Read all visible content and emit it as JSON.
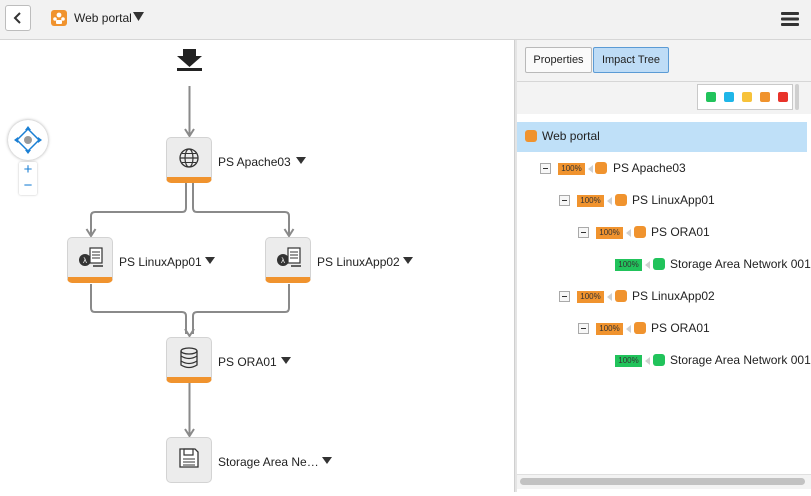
{
  "topbar": {
    "title": "Web portal",
    "back_icon": "chevron-left-icon",
    "app_icon": "service-icon",
    "menu_icon": "hamburger-menu-icon"
  },
  "zoom": {
    "in_label": "+",
    "out_label": "−"
  },
  "diagram": {
    "nodes": [
      {
        "id": "apache",
        "label": "PS Apache03",
        "icon": "globe-icon"
      },
      {
        "id": "linux1",
        "label": "PS LinuxApp01",
        "icon": "linux-server-icon"
      },
      {
        "id": "linux2",
        "label": "PS LinuxApp02",
        "icon": "linux-server-icon"
      },
      {
        "id": "ora",
        "label": "PS ORA01",
        "icon": "database-icon"
      },
      {
        "id": "san",
        "label": "Storage Area Ne…",
        "icon": "storage-icon"
      }
    ]
  },
  "tabs": [
    "Properties",
    "Impact Tree"
  ],
  "active_tab": "Impact Tree",
  "status_colors": {
    "green": "#21c35b",
    "cyan": "#1fb6e8",
    "yellow": "#f7c23a",
    "orange": "#f0932e",
    "red": "#e8332a"
  },
  "tree": {
    "root": "Web portal",
    "rows": [
      {
        "pct": "100%",
        "label": "PS Apache03",
        "status": "orange"
      },
      {
        "pct": "100%",
        "label": "PS LinuxApp01",
        "status": "orange"
      },
      {
        "pct": "100%",
        "label": "PS ORA01",
        "status": "orange"
      },
      {
        "pct": "100%",
        "label": "Storage Area Network 001",
        "status": "green"
      },
      {
        "pct": "100%",
        "label": "PS LinuxApp02",
        "status": "orange"
      },
      {
        "pct": "100%",
        "label": "PS ORA01",
        "status": "orange"
      },
      {
        "pct": "100%",
        "label": "Storage Area Network 001",
        "status": "green"
      }
    ]
  }
}
